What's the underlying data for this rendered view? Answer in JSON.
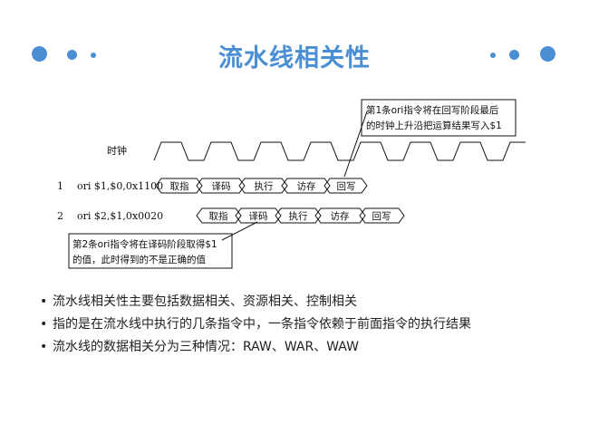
{
  "title": "流水线相关性",
  "figure": {
    "clock_label": "时钟",
    "instructions": [
      {
        "num": "1",
        "text": "ori $1,$0,0x1100"
      },
      {
        "num": "2",
        "text": "ori $2,$1,0x0020"
      }
    ],
    "stages": [
      "取指",
      "译码",
      "执行",
      "访存",
      "回写"
    ],
    "note_top": [
      "第1条ori指令将在回写阶段最后",
      "的时钟上升沿把运算结果写入$1"
    ],
    "note_bottom": [
      "第2条ori指令将在译码阶段取得$1",
      "的值，此时得到的不是正确的值"
    ]
  },
  "bullets": [
    "流水线相关性主要包括数据相关、资源相关、控制相关",
    "指的是在流水线中执行的几条指令中，一条指令依赖于前面指令的执行结果",
    "流水线的数据相关分为三种情况：RAW、WAR、WAW"
  ],
  "colors": {
    "accent": "#4a8fd4"
  }
}
